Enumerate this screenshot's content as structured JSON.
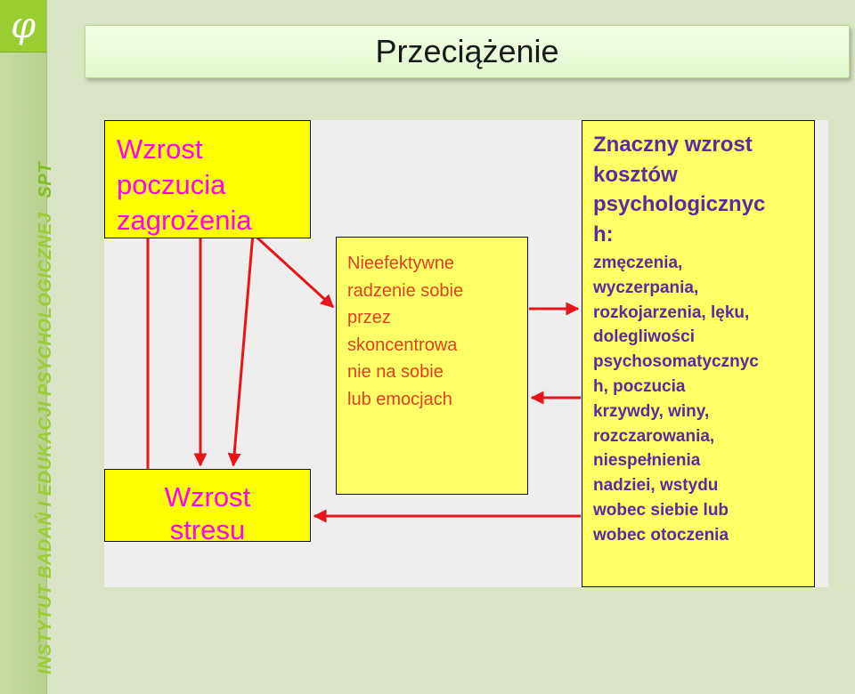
{
  "sidebar": {
    "logo_symbol": "φ",
    "institute_text": "INSTYTUT BADAŃ I EDUKACJI PSYCHOLOGICZNEJ",
    "abbreviation": "SPT"
  },
  "title": "Przeciążenie",
  "nodes": {
    "threat": {
      "lines": [
        "Wzrost",
        "poczucia",
        "zagrożenia"
      ]
    },
    "stress": {
      "lines": [
        "Wzrost",
        "stresu"
      ]
    },
    "coping": {
      "lines": [
        "Nieefektywne",
        "radzenie sobie",
        "przez",
        "skoncentrowa",
        "nie na sobie",
        "lub emocjach"
      ]
    },
    "costs": {
      "heading_lines": [
        "Znaczny wzrost",
        "kosztów",
        "psychologicznyc",
        "h:"
      ],
      "body_lines": [
        "zmęczenia,",
        "wyczerpania,",
        "rozkojarzenia, lęku,",
        "dolegliwości",
        "psychosomatycznyc",
        "h, poczucia",
        "krzywdy, winy,",
        "rozczarowania,",
        "niespełnienia",
        "nadziei, wstydu",
        "wobec siebie lub",
        "wobec otoczenia"
      ]
    }
  },
  "colors": {
    "node_fill": "#ffff00",
    "node_fill_light": "#ffff66",
    "magenta_text": "#ff00ff",
    "orange_text": "#e0401f",
    "purple_text": "#5b2aa0",
    "arrow": "#e8141b",
    "sidebar_text": "#9acd32"
  },
  "edges": [
    {
      "from": "threat",
      "to": "stress"
    },
    {
      "from": "threat",
      "to": "coping"
    },
    {
      "from": "coping",
      "to": "costs"
    },
    {
      "from": "costs",
      "to": "coping"
    },
    {
      "from": "costs",
      "to": "stress"
    }
  ]
}
